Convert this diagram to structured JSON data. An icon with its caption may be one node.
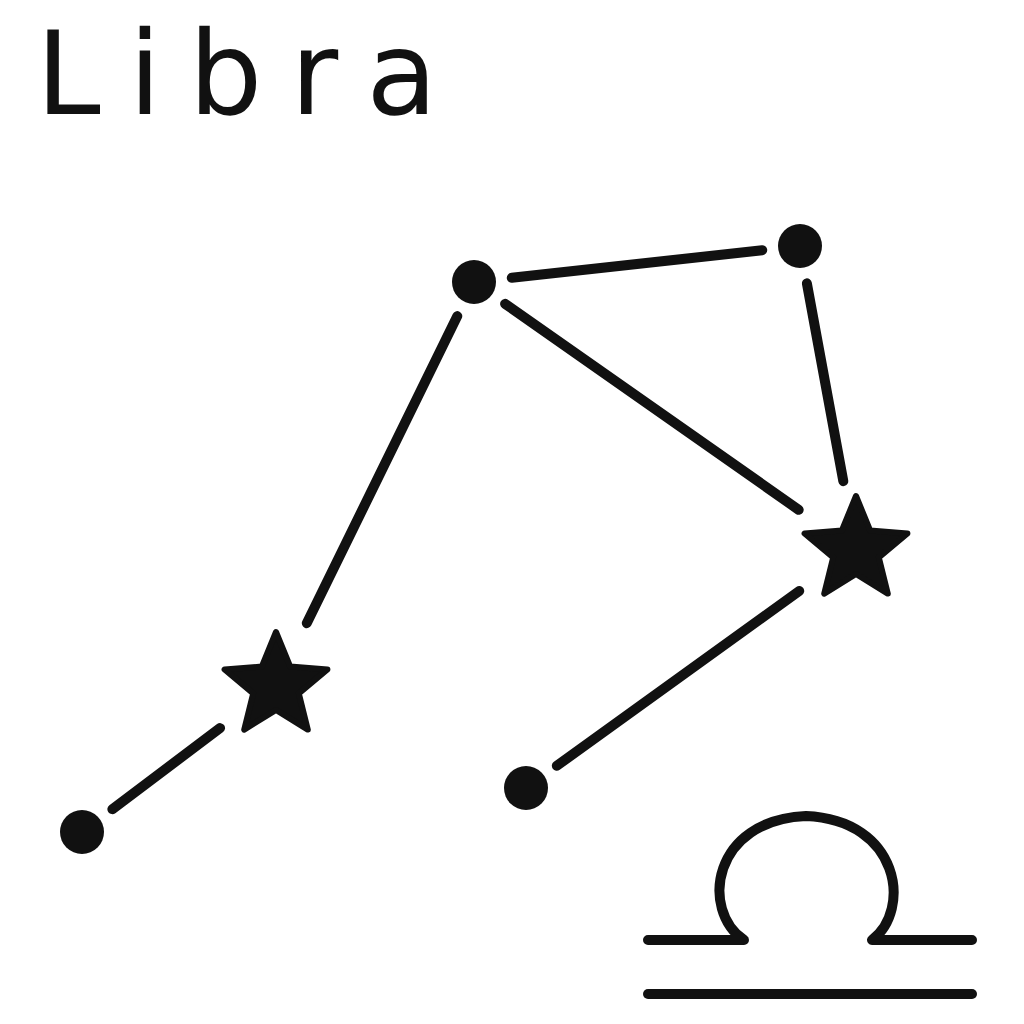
{
  "diagram": {
    "title": "Libra",
    "nodes": [
      {
        "text": [],
        "shape": "circle"
      },
      {
        "text": [],
        "shape": "circle"
      },
      {
        "text": [],
        "shape": "star"
      },
      {
        "text": [],
        "shape": "star"
      },
      {
        "text": [],
        "shape": "circle"
      },
      {
        "text": [],
        "shape": "circle"
      }
    ],
    "edges": [
      {
        "from": 0,
        "to": 1,
        "arrow": "none"
      },
      {
        "from": 1,
        "to": 2,
        "arrow": "none"
      },
      {
        "from": 0,
        "to": 2,
        "arrow": "none"
      },
      {
        "from": 0,
        "to": 3,
        "arrow": "none"
      },
      {
        "from": 3,
        "to": 5,
        "arrow": "none"
      },
      {
        "from": 2,
        "to": 4,
        "arrow": "none"
      }
    ]
  }
}
